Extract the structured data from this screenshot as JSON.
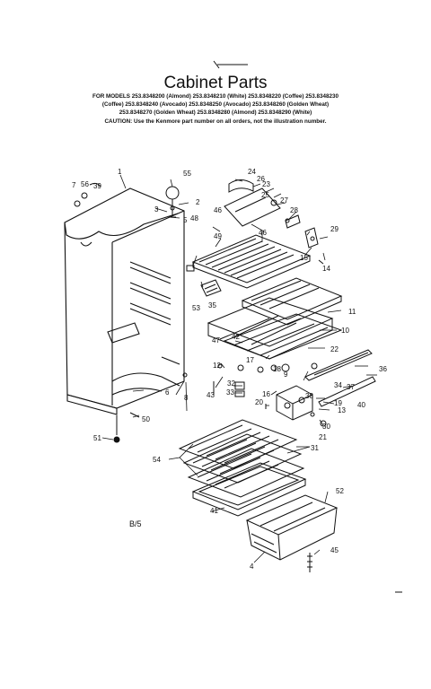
{
  "header": {
    "title": "Cabinet Parts",
    "models_line1": "FOR MODELS 253.8348200 (Almond) 253.8348210 (White) 253.8348220 (Coffee) 253.8348230",
    "models_line2": "(Coffee) 253.8348240 (Avocado) 253.8348250 (Avocado) 253.8348260 (Golden Wheat)",
    "models_line3": "253.8348270 (Golden Wheat) 253.8348280 (Almond) 253.8348290 (White)",
    "caution": "CAUTION: Use the Kenmore part number on all orders, not the illustration number."
  },
  "page_ref": "B/5",
  "callouts": {
    "c1": "1",
    "c2": "2",
    "c3": "3",
    "c4": "4",
    "c5": "5",
    "c6": "6",
    "c7": "7",
    "c8": "8",
    "c9": "9",
    "c10": "10",
    "c11": "11",
    "c12": "12",
    "c13": "13",
    "c14": "14",
    "c15": "15",
    "c16": "16",
    "c17": "17",
    "c18": "18",
    "c19": "19",
    "c20": "20",
    "c21": "21",
    "c22": "22",
    "c23": "23",
    "c24": "24",
    "c25": "25",
    "c26": "26",
    "c27": "27",
    "c28": "28",
    "c29": "29",
    "c30": "30",
    "c31": "31",
    "c32": "32",
    "c33": "33",
    "c34": "34",
    "c35": "35",
    "c36": "36",
    "c37": "37",
    "c38": "38",
    "c39": "39",
    "c40": "40",
    "c41": "41",
    "c42": "42",
    "c43": "43",
    "c45": "45",
    "c46a": "46",
    "c46b": "46",
    "c47": "47",
    "c48": "48",
    "c49": "49",
    "c50": "50",
    "c51": "51",
    "c52": "52",
    "c53": "53",
    "c54": "54",
    "c55": "55",
    "c56": "56"
  }
}
